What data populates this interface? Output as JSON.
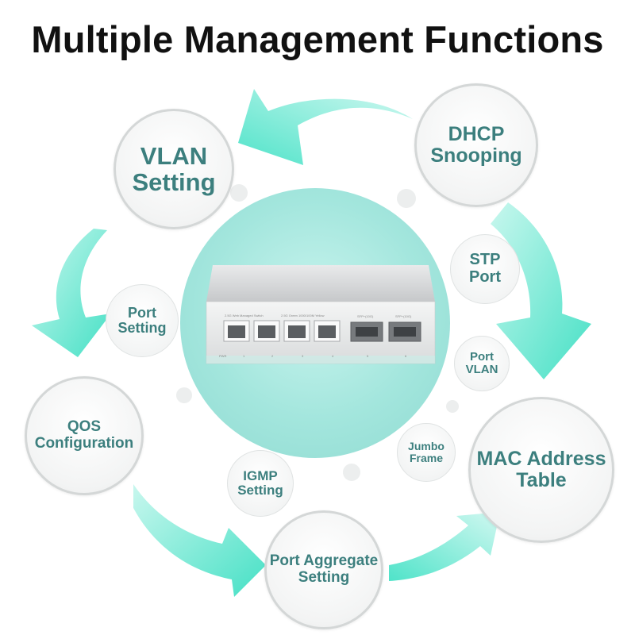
{
  "title": "Multiple Management Functions",
  "colors": {
    "accent": "#5ee8cf",
    "text": "#3c7f7e",
    "center": "#a3e6dd"
  },
  "bubbles": {
    "vlan": [
      "VLAN",
      "Setting"
    ],
    "dhcp": [
      "DHCP",
      "Snooping"
    ],
    "stp": [
      "STP",
      "Port"
    ],
    "port_setting": [
      "Port",
      "Setting"
    ],
    "port_vlan": [
      "Port",
      "VLAN"
    ],
    "qos": [
      "QOS",
      "Configuration"
    ],
    "jumbo": [
      "Jumbo",
      "Frame"
    ],
    "mac": [
      "MAC Address",
      "Table"
    ],
    "igmp": [
      "IGMP",
      "Setting"
    ],
    "port_aggregate": [
      "Port Aggregate",
      "Setting"
    ]
  },
  "device": {
    "header_left": "2.5G Web Managed Switch",
    "header_mid": "2.5G  Green  1000/100M  Yellow",
    "sfp1": "SFP+(10G)",
    "sfp2": "SFP+(10G)",
    "pwr": "PWR",
    "port_numbers": [
      "1",
      "2",
      "3",
      "4",
      "5",
      "6"
    ]
  }
}
